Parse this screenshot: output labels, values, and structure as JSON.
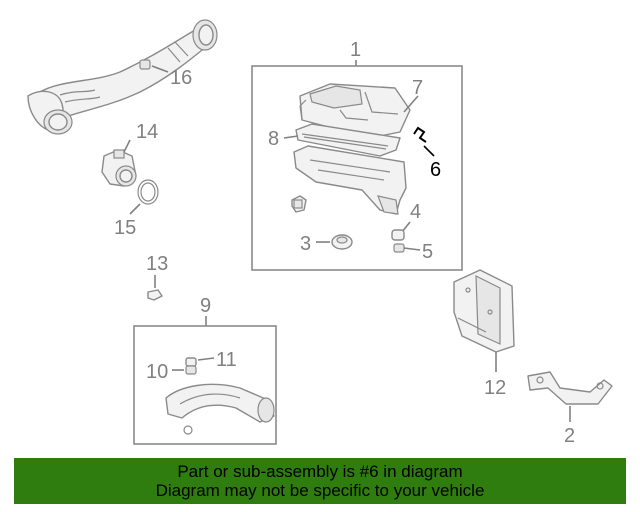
{
  "diagram": {
    "callouts": {
      "c1": "1",
      "c2": "2",
      "c3": "3",
      "c4": "4",
      "c5": "5",
      "c6": "6",
      "c7": "7",
      "c8": "8",
      "c9": "9",
      "c10": "10",
      "c11": "11",
      "c12": "12",
      "c13": "13",
      "c14": "14",
      "c15": "15",
      "c16": "16"
    },
    "highlighted_callout": "6"
  },
  "banner": {
    "line1": "Part or sub-assembly is #6 in diagram",
    "line2": "Diagram may not be specific to your vehicle"
  },
  "colors": {
    "banner_bg": "#2e7d0e",
    "callout_gray": "#808080",
    "callout_highlight": "#000000"
  }
}
